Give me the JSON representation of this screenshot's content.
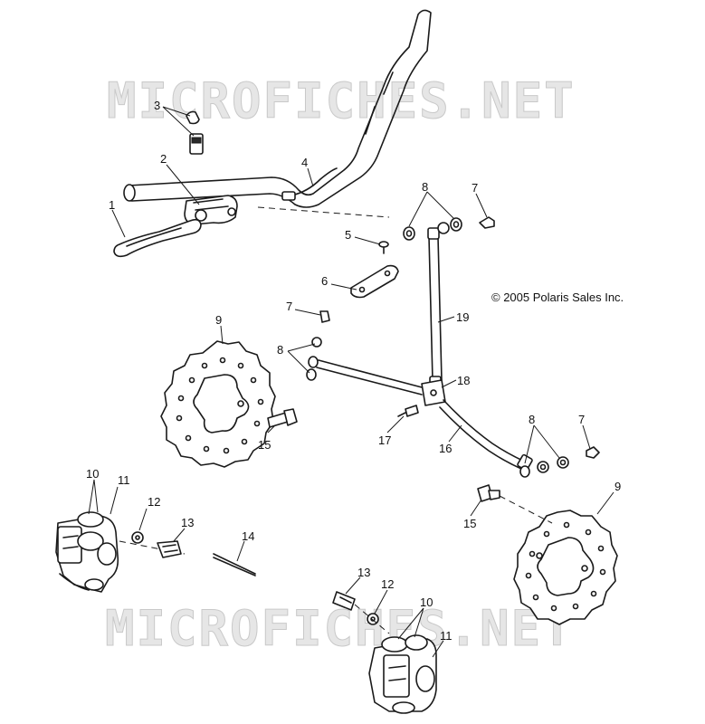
{
  "watermark": {
    "top": "MICROFICHES.NET",
    "bottom": "MICROFICHES.NET"
  },
  "copyright": "© 2005 Polaris Sales Inc.",
  "callouts": {
    "c1": "1",
    "c2": "2",
    "c3": "3",
    "c4": "4",
    "c5": "5",
    "c6": "6",
    "c7a": "7",
    "c7b": "7",
    "c7c": "7",
    "c8a": "8",
    "c8b": "8",
    "c8c": "8",
    "c9a": "9",
    "c9b": "9",
    "c10a": "10",
    "c10b": "10",
    "c11a": "11",
    "c11b": "11",
    "c12a": "12",
    "c12b": "12",
    "c13a": "13",
    "c13b": "13",
    "c14": "14",
    "c15a": "15",
    "c15b": "15",
    "c16": "16",
    "c17": "17",
    "c18": "18",
    "c19": "19"
  }
}
